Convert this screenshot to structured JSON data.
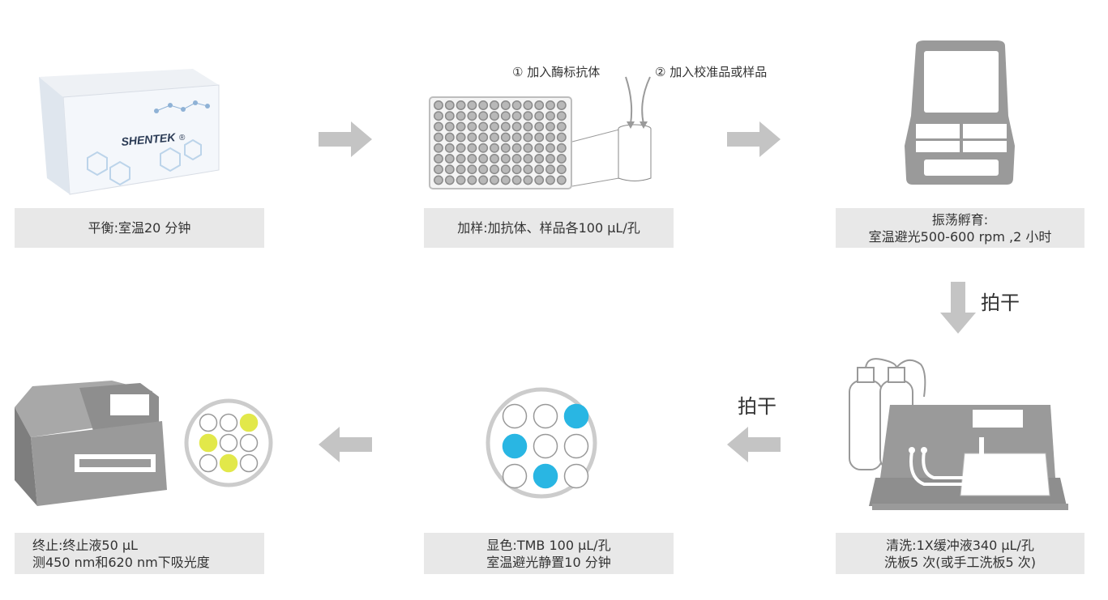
{
  "kit_box": {
    "brand": "SHENTEK",
    "registered_mark": "®"
  },
  "callouts": {
    "step_a": "① 加入酶标抗体",
    "step_b": "② 加入校准品或样品"
  },
  "steps": [
    {
      "line1": "平衡:室温20 分钟",
      "line2": ""
    },
    {
      "line1": "加样:加抗体、样品各100 µL/孔",
      "line2": ""
    },
    {
      "line1": "振荡孵育:",
      "line2": "室温避光500-600 rpm ,2 小时"
    },
    {
      "line1": "清洗:1X缓冲液340 µL/孔",
      "line2": "洗板5 次(或手工洗板5 次)"
    },
    {
      "line1": "显色:TMB 100 µL/孔",
      "line2": "室温避光静置10 分钟"
    },
    {
      "line1": "终止:终止液50 µL",
      "line2": "测450 nm和620 nm下吸光度"
    }
  ],
  "arrow_labels": {
    "pat_dry_1": "拍干",
    "pat_dry_2": "拍干"
  },
  "colors": {
    "label_bg": "#e8e8e8",
    "arrow": "#c4c4c4",
    "device": "#9a9a9a",
    "blue_well": "#29b6e3",
    "yellow_well": "#e2e84a"
  }
}
